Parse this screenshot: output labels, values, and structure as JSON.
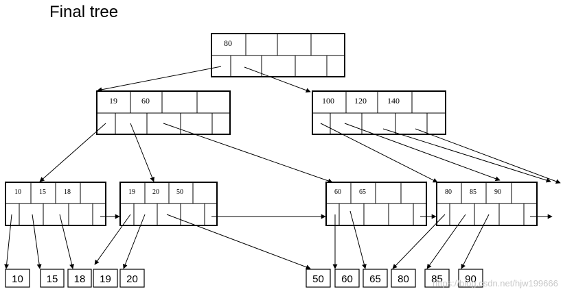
{
  "title": "Final tree",
  "root": {
    "keys": [
      "80",
      "",
      "",
      ""
    ]
  },
  "internal_left": {
    "keys": [
      "19",
      "60",
      "",
      ""
    ]
  },
  "internal_right": {
    "keys": [
      "100",
      "120",
      "140",
      ""
    ]
  },
  "level2": [
    {
      "keys": [
        "10",
        "15",
        "18",
        ""
      ]
    },
    {
      "keys": [
        "19",
        "20",
        "50",
        ""
      ]
    },
    {
      "keys": [
        "60",
        "65",
        "",
        ""
      ]
    },
    {
      "keys": [
        "80",
        "85",
        "90",
        ""
      ]
    }
  ],
  "leaves_left": [
    "10",
    "15",
    "18",
    "19",
    "20"
  ],
  "leaves_right": [
    "50",
    "60",
    "65",
    "80",
    "85",
    "90"
  ],
  "watermark": "https://blog.csdn.net/hjw199666"
}
